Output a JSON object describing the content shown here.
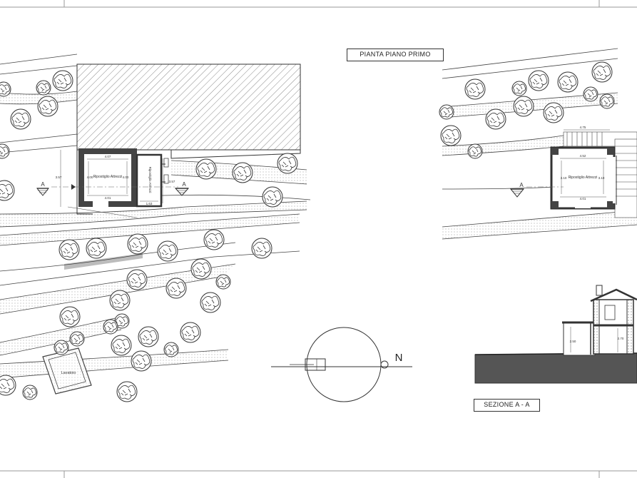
{
  "sheet": {
    "title_plan": "PIANTA PIANO PRIMO",
    "title_section": "SEZIONE A - A",
    "north_label": "N",
    "section_marker": "A",
    "labels": {
      "shed_left": "Ripostiglio Attrezzi",
      "shed_left_small": "Ripostiglio Attrezzi",
      "shed_right": "Ripostiglio Attrezzi",
      "lavatoio": "Lavatoio"
    },
    "dimensions": {
      "left_top": "4.07",
      "left_side_a": "4.00",
      "left_side_b": "4.00",
      "left_bottom": "4.01",
      "left_outer": "3.57",
      "small_width": "1.63",
      "small_height": "3.57",
      "right_top_outer": "4.75",
      "right_top": "4.52",
      "right_side_a": "3.10",
      "right_side_b": "3.10",
      "right_bottom": "4.01",
      "section_h1": "2.50",
      "section_h2": "2.70"
    },
    "colors": {
      "line": "#333333",
      "hatch": "#777777",
      "ground": "#555555",
      "wall": "#444444"
    }
  }
}
